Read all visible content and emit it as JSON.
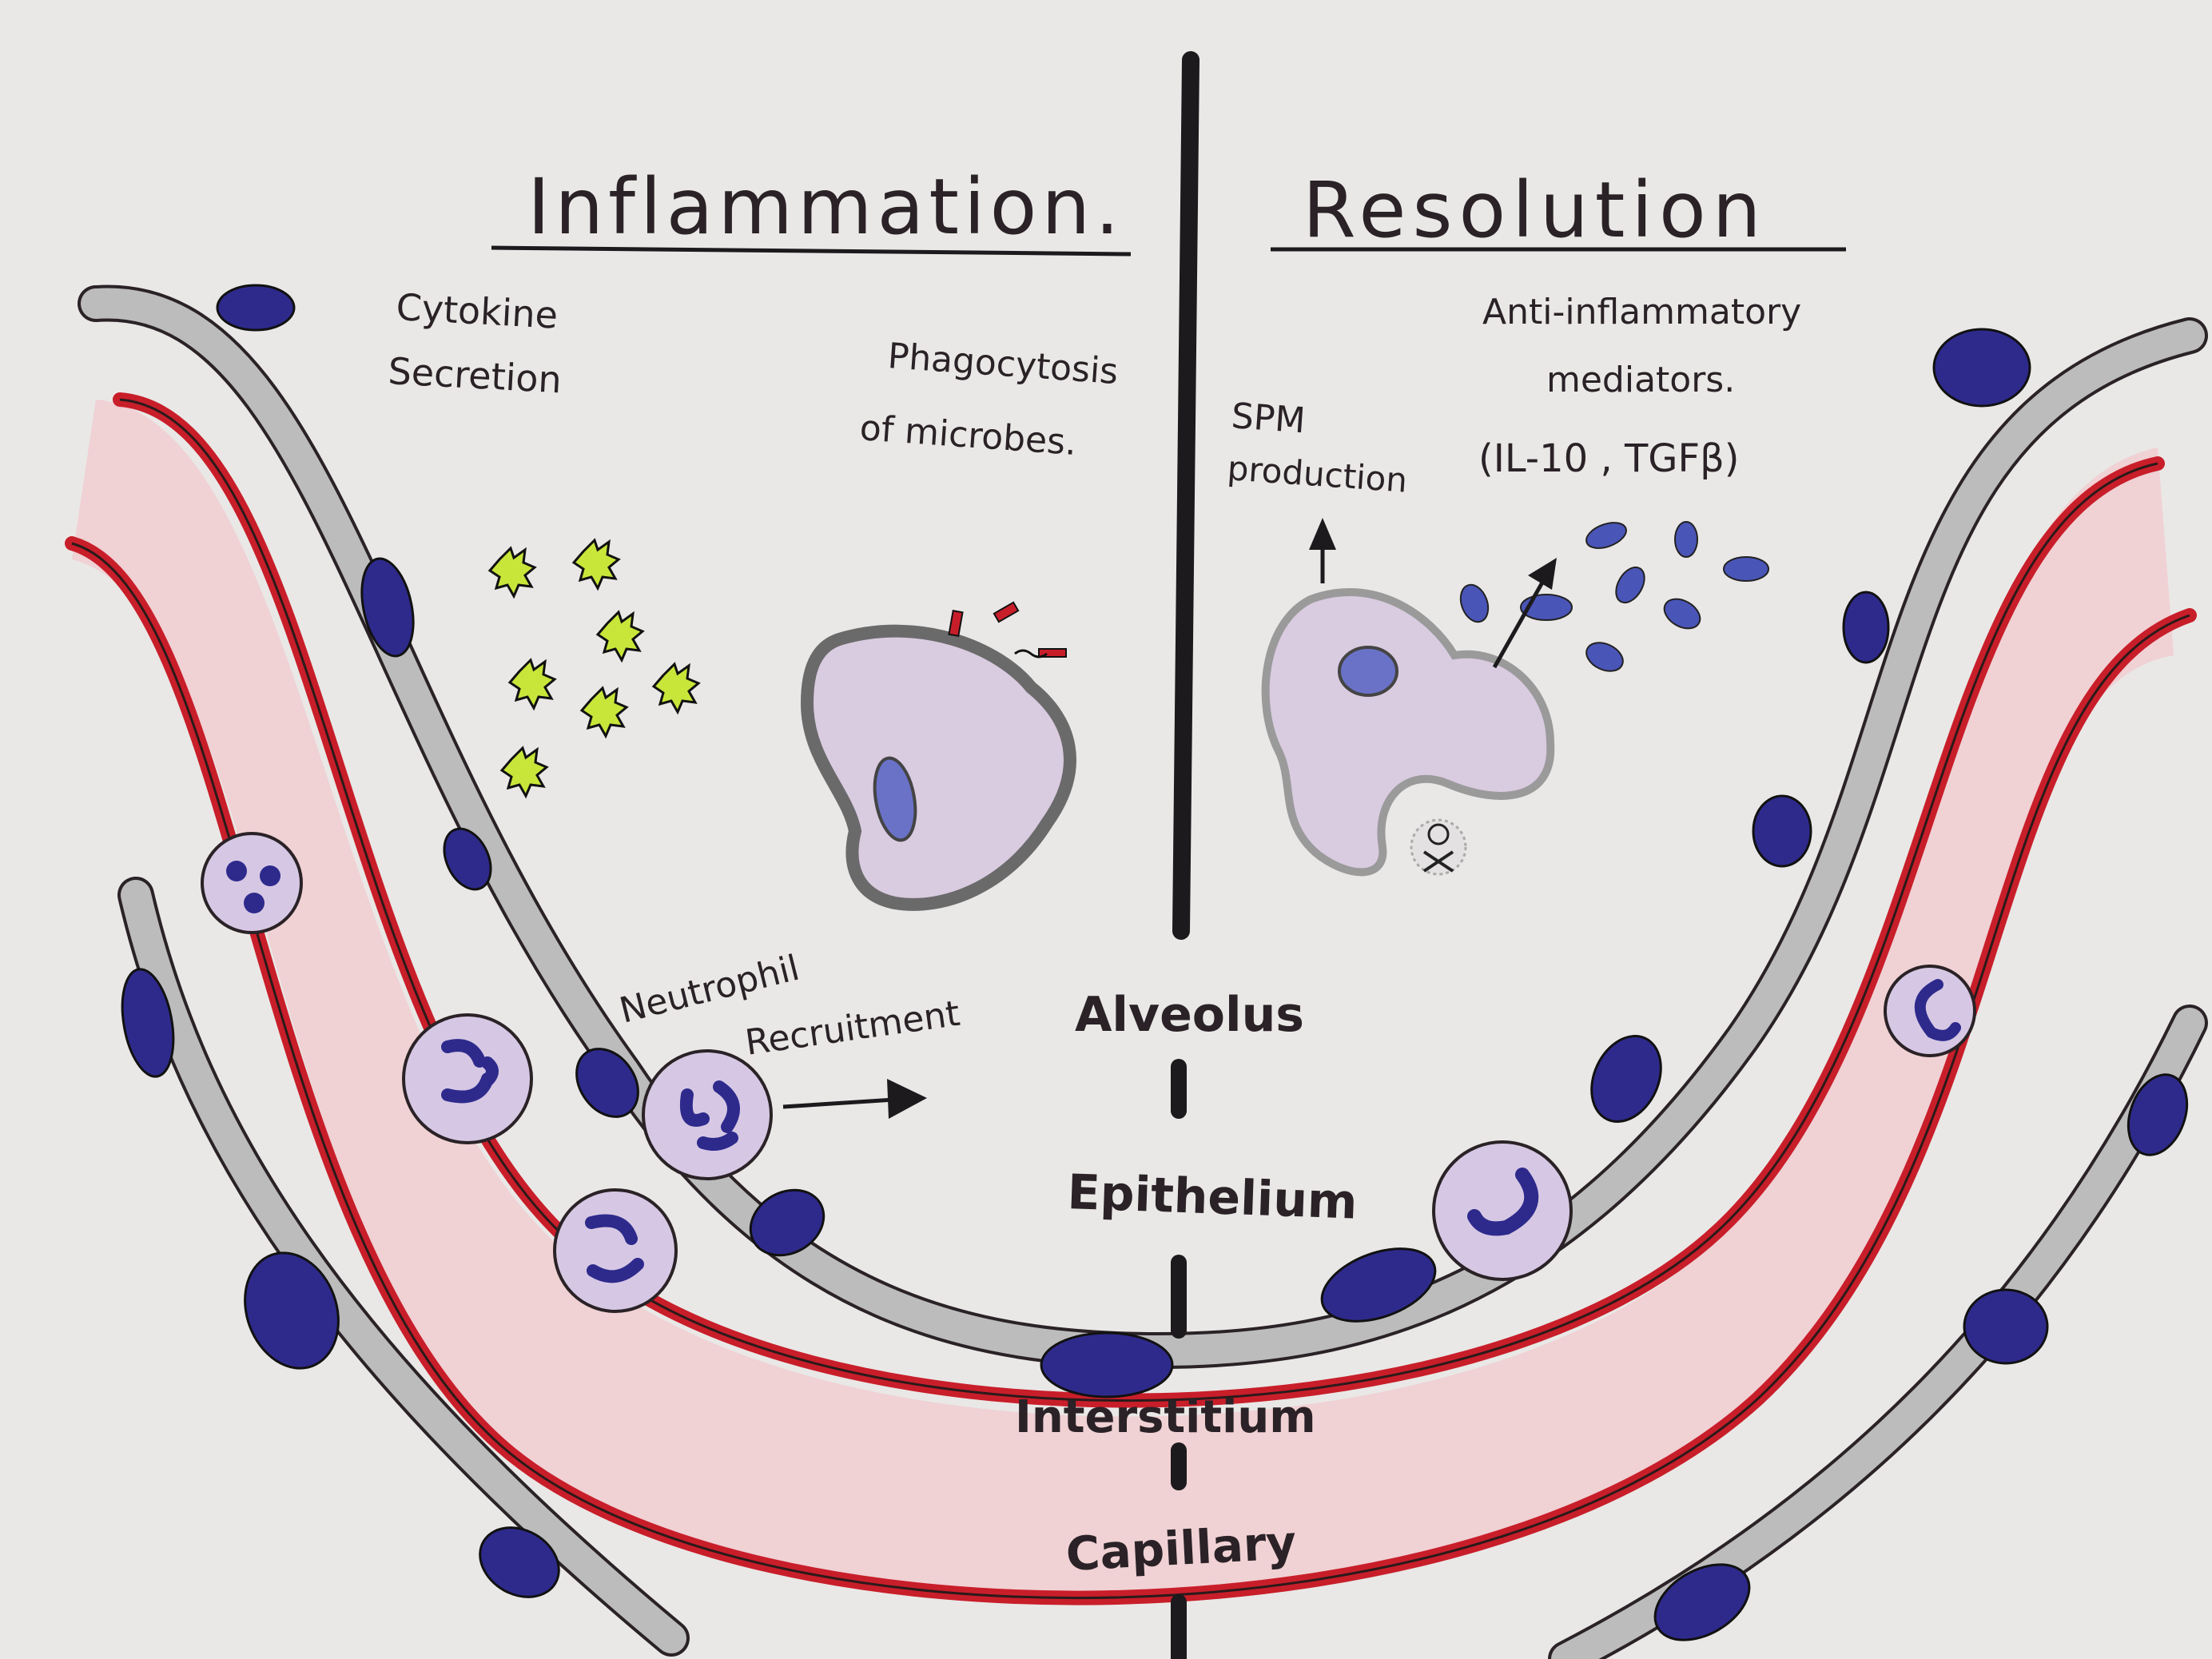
{
  "headings": {
    "left": "Inflammation.",
    "right": "Resolution"
  },
  "labels": {
    "cytokine_line1": "Cytokine",
    "cytokine_line2": "Secretion",
    "phagocytosis_line1": "Phagocytosis",
    "phagocytosis_line2": "of microbes.",
    "spm_line1": "SPM",
    "spm_line2": "production",
    "anti_line1": "Anti-inflammatory",
    "anti_line2": "mediators.",
    "anti_line3": "(IL-10 , TGFβ)",
    "neutrophil_line1": "Neutrophil",
    "neutrophil_line2": "Recruitment"
  },
  "layers": {
    "alveolus": "Alveolus",
    "epithelium": "Epithelium",
    "interstitium": "Interstitium",
    "capillary": "Capillary"
  },
  "colors": {
    "paper": "#e9e8e6",
    "ink": "#1c1a1c",
    "vessel_wall": "#c81e2a",
    "vessel_fill": "#f1ccd0",
    "epithelial_cell": "#bcbcbc",
    "nucleus": "#2e2a8c",
    "cytokine": "#c8e63a",
    "macrophage": "#d9cbe0",
    "mediator": "#4a55b8"
  }
}
